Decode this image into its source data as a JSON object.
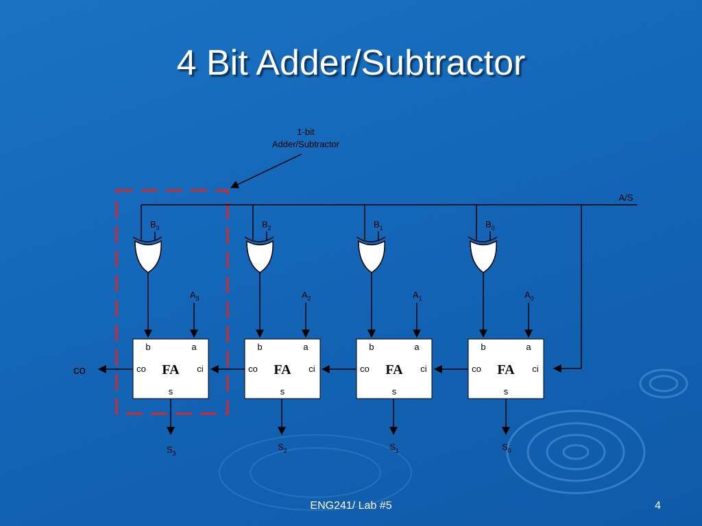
{
  "slide": {
    "title": "4 Bit Adder/Subtractor",
    "footer": "ENG241/ Lab #5",
    "page_number": "4"
  },
  "colors": {
    "background": "#1466b8",
    "wire": "#000000",
    "highlight_dash": "#d62828"
  },
  "diagram": {
    "callout": {
      "line1": "1-bit",
      "line2": "Adder/Subtractor"
    },
    "control_label": "A/S",
    "carry_out_label": "co",
    "stages": [
      {
        "b_input": {
          "base": "B",
          "sub": "3"
        },
        "a_input": {
          "base": "A",
          "sub": "3"
        },
        "block": {
          "name": "FA",
          "b": "b",
          "a": "a",
          "co": "co",
          "ci": "ci",
          "s": "s"
        },
        "sum": {
          "base": "S",
          "sub": "3"
        }
      },
      {
        "b_input": {
          "base": "B",
          "sub": "2"
        },
        "a_input": {
          "base": "A",
          "sub": "2"
        },
        "block": {
          "name": "FA",
          "b": "b",
          "a": "a",
          "co": "co",
          "ci": "ci",
          "s": "s"
        },
        "sum": {
          "base": "S",
          "sub": "2"
        }
      },
      {
        "b_input": {
          "base": "B",
          "sub": "1"
        },
        "a_input": {
          "base": "A",
          "sub": "1"
        },
        "block": {
          "name": "FA",
          "b": "b",
          "a": "a",
          "co": "co",
          "ci": "ci",
          "s": "s"
        },
        "sum": {
          "base": "S",
          "sub": "1"
        }
      },
      {
        "b_input": {
          "base": "B",
          "sub": "0"
        },
        "a_input": {
          "base": "A",
          "sub": "0"
        },
        "block": {
          "name": "FA",
          "b": "b",
          "a": "a",
          "co": "co",
          "ci": "ci",
          "s": "s"
        },
        "sum": {
          "base": "S",
          "sub": "0"
        }
      }
    ]
  }
}
